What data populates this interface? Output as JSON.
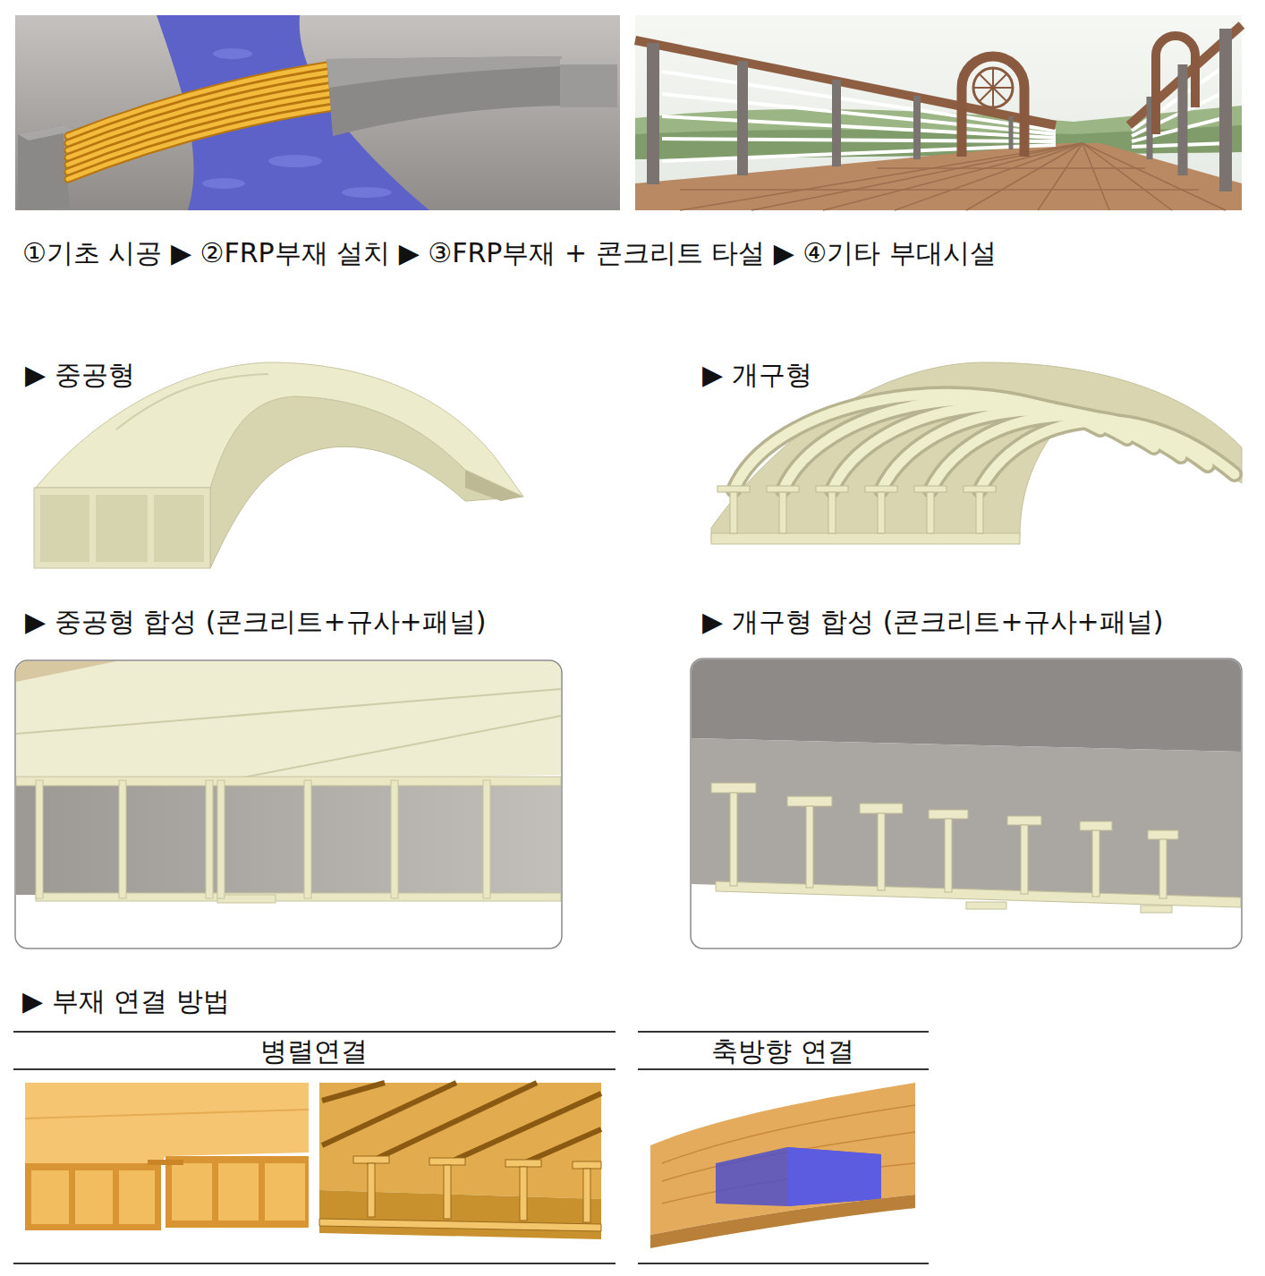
{
  "diagram": {
    "labels": [
      "①기초 시공 ▶ ②FRP부재 설치 ▶ ③FRP부재 + 콘크리트 타설 ▶ ④기타 부대시설",
      "▶ 중공형",
      "▶ 개구형",
      "▶ 중공형 합성 (콘크리트+규사+패널)",
      "▶ 개구형 합성 (콘크리트+규사+패널)",
      "▶ 부재 연결 방법",
      "병렬연결",
      "축방향 연결"
    ]
  }
}
